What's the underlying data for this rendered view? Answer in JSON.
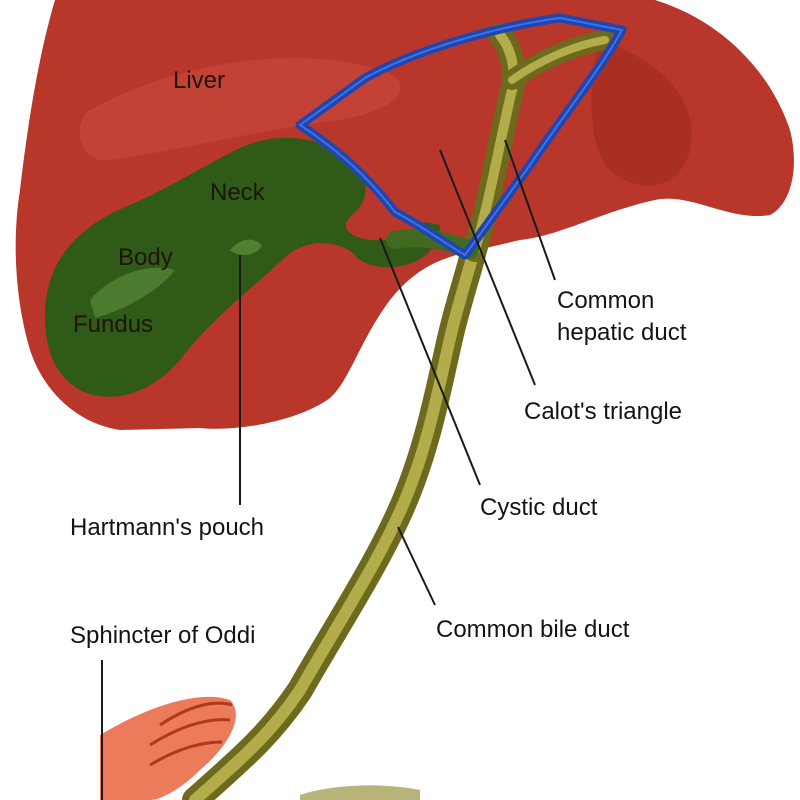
{
  "colors": {
    "liver": "#b8362a",
    "liver_highlight": "#d8594a",
    "gallbladder": "#2f5a17",
    "duct": "#8f8a2c",
    "triangle_outline": "#1d46b4",
    "sphincter": "#e8643e"
  },
  "labels": {
    "liver": "Liver",
    "neck": "Neck",
    "body": "Body",
    "fundus": "Fundus",
    "common_hepatic_line1": "Common",
    "common_hepatic_line2": "hepatic duct",
    "calots_triangle": "Calot's triangle",
    "cystic_duct": "Cystic duct",
    "hartmanns_pouch": "Hartmann's pouch",
    "common_bile_duct": "Common bile duct",
    "sphincter_of_oddi": "Sphincter of Oddi"
  }
}
